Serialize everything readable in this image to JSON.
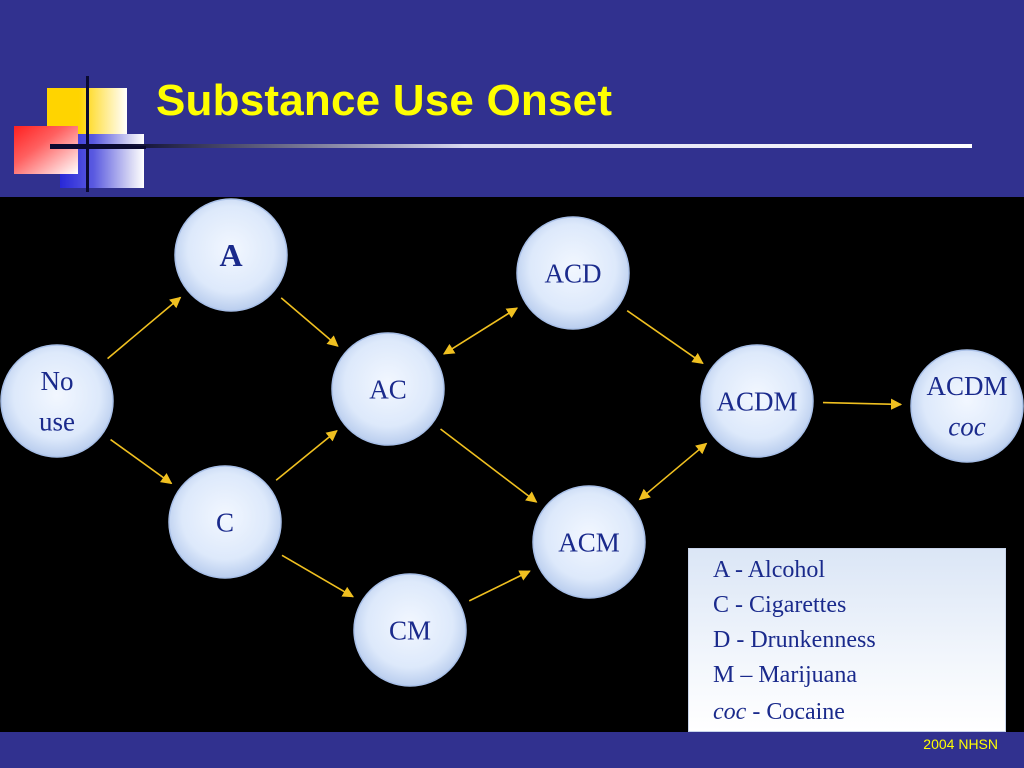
{
  "slide": {
    "title": "Substance Use Onset",
    "footer": "2004 NHSN"
  },
  "diagram": {
    "nodes": [
      {
        "id": "no-use",
        "lines": [
          "No",
          "use"
        ]
      },
      {
        "id": "a",
        "lines": [
          "A"
        ]
      },
      {
        "id": "c",
        "lines": [
          "C"
        ]
      },
      {
        "id": "ac",
        "lines": [
          "AC"
        ]
      },
      {
        "id": "cm",
        "lines": [
          "CM"
        ]
      },
      {
        "id": "acd",
        "lines": [
          "ACD"
        ]
      },
      {
        "id": "acm",
        "lines": [
          "ACM"
        ]
      },
      {
        "id": "acdm",
        "lines": [
          "ACDM"
        ]
      },
      {
        "id": "acdm-coc",
        "lines": [
          "ACDM",
          "coc"
        ]
      }
    ],
    "edges": [
      {
        "from": "no-use",
        "to": "a",
        "direction": "forward"
      },
      {
        "from": "no-use",
        "to": "c",
        "direction": "forward"
      },
      {
        "from": "a",
        "to": "ac",
        "direction": "forward"
      },
      {
        "from": "c",
        "to": "ac",
        "direction": "forward"
      },
      {
        "from": "c",
        "to": "cm",
        "direction": "forward"
      },
      {
        "from": "ac",
        "to": "acd",
        "direction": "both"
      },
      {
        "from": "ac",
        "to": "acm",
        "direction": "forward"
      },
      {
        "from": "cm",
        "to": "acm",
        "direction": "forward"
      },
      {
        "from": "acd",
        "to": "acdm",
        "direction": "forward"
      },
      {
        "from": "acm",
        "to": "acdm",
        "direction": "both"
      },
      {
        "from": "acdm",
        "to": "acdm-coc",
        "direction": "forward"
      }
    ],
    "colors": {
      "node_fill": "#dde9fb",
      "node_text": "#1a2a8c",
      "arrow": "#f0c020"
    }
  },
  "legend": {
    "items": [
      {
        "code": "A",
        "sep": " - ",
        "label": "Alcohol"
      },
      {
        "code": "C",
        "sep": " - ",
        "label": "Cigarettes"
      },
      {
        "code": "D",
        "sep": " - ",
        "label": "Drunkenness"
      },
      {
        "code": "M",
        "sep": " – ",
        "label": "Marijuana"
      },
      {
        "code": "coc",
        "sep": " - ",
        "label": "Cocaine"
      }
    ]
  }
}
